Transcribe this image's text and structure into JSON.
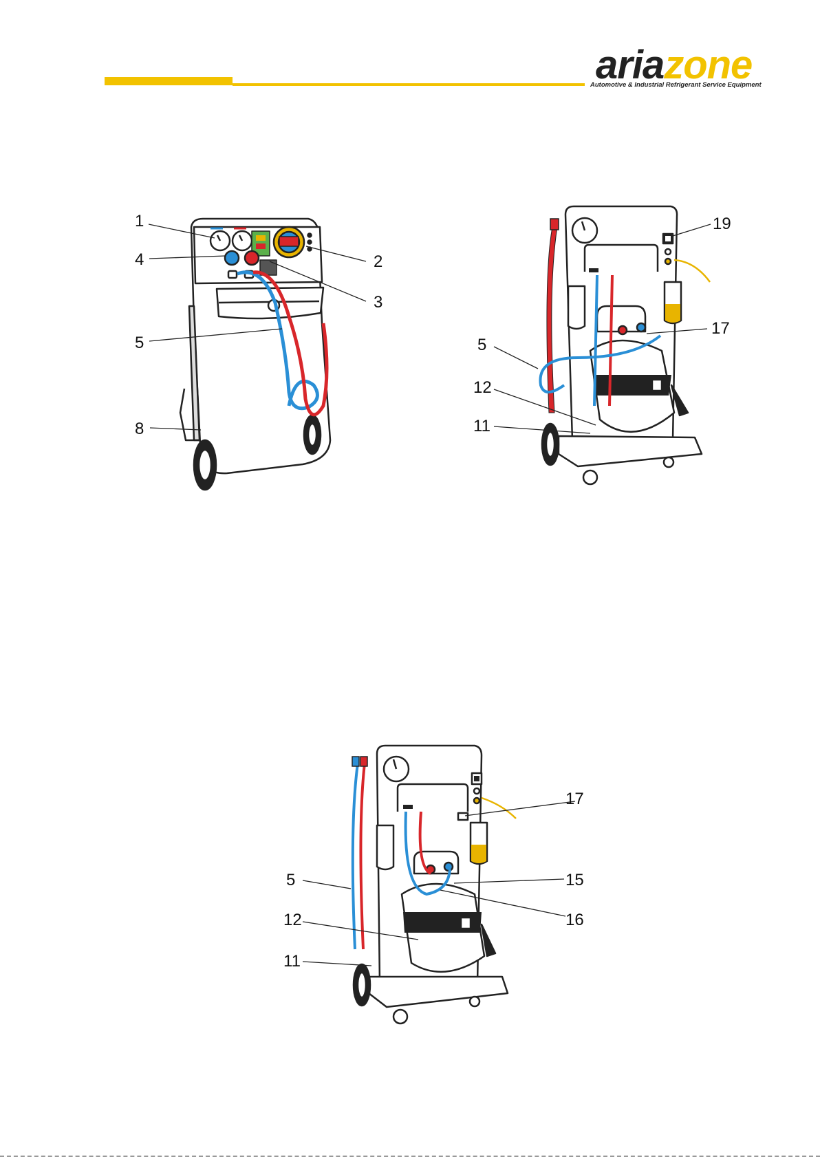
{
  "brand": {
    "name_part1": "aria",
    "name_part2": "zone",
    "tagline": "Automotive & Industrial Refrigerant Service Equipment",
    "accent_color": "#f2c200"
  },
  "figures": {
    "front_view": {
      "callouts": [
        "1",
        "2",
        "3",
        "4",
        "5",
        "8"
      ]
    },
    "rear_view": {
      "callouts": [
        "19",
        "17",
        "5",
        "12",
        "11"
      ]
    },
    "rear_view_detail": {
      "callouts": [
        "17",
        "15",
        "5",
        "12",
        "16",
        "11"
      ]
    }
  },
  "colors": {
    "hose_blue": "#2a8fd6",
    "hose_red": "#d8262a",
    "oil_yellow": "#e8b400",
    "outline": "#222222"
  }
}
